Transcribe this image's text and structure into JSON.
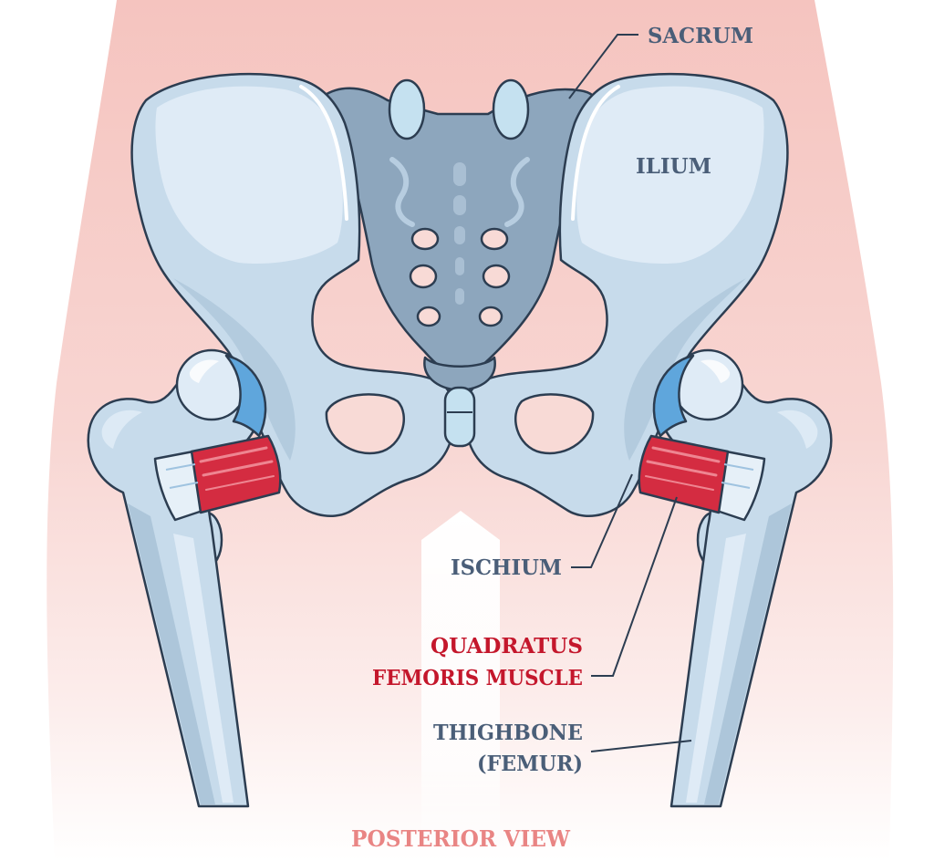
{
  "labels": {
    "sacrum": "SACRUM",
    "ilium": "ILIUM",
    "ischium": "ISCHIUM",
    "muscle_line1": "QUADRATUS",
    "muscle_line2": "FEMORIS MUSCLE",
    "femur_line1": "THIGHBONE",
    "femur_line2": "(FEMUR)"
  },
  "caption": "POSTERIOR VIEW",
  "colors": {
    "label": "#4a5e78",
    "muscle_label": "#c4172c",
    "caption": "#e98584",
    "skin": "#f5c4bf",
    "bone": "#c7dbeb",
    "bone_light": "#dfebf6",
    "bone_shade": "#a3bdd3",
    "sacrum": "#8da6bd",
    "sacrum_light": "#c5e1f0",
    "cartilage": "#5fa6dc",
    "muscle": "#d42c41",
    "outline": "#2c3d51"
  }
}
